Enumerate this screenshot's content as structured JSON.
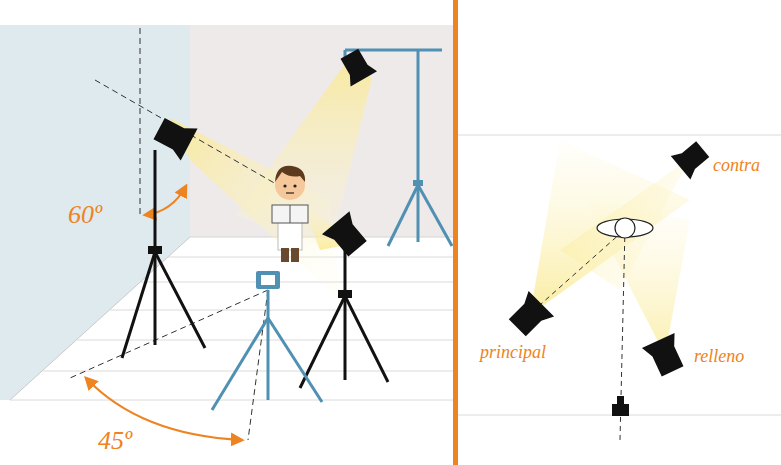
{
  "diagram": {
    "labels": [
      "60º",
      "45º",
      "contra",
      "principal",
      "relleno"
    ]
  }
}
